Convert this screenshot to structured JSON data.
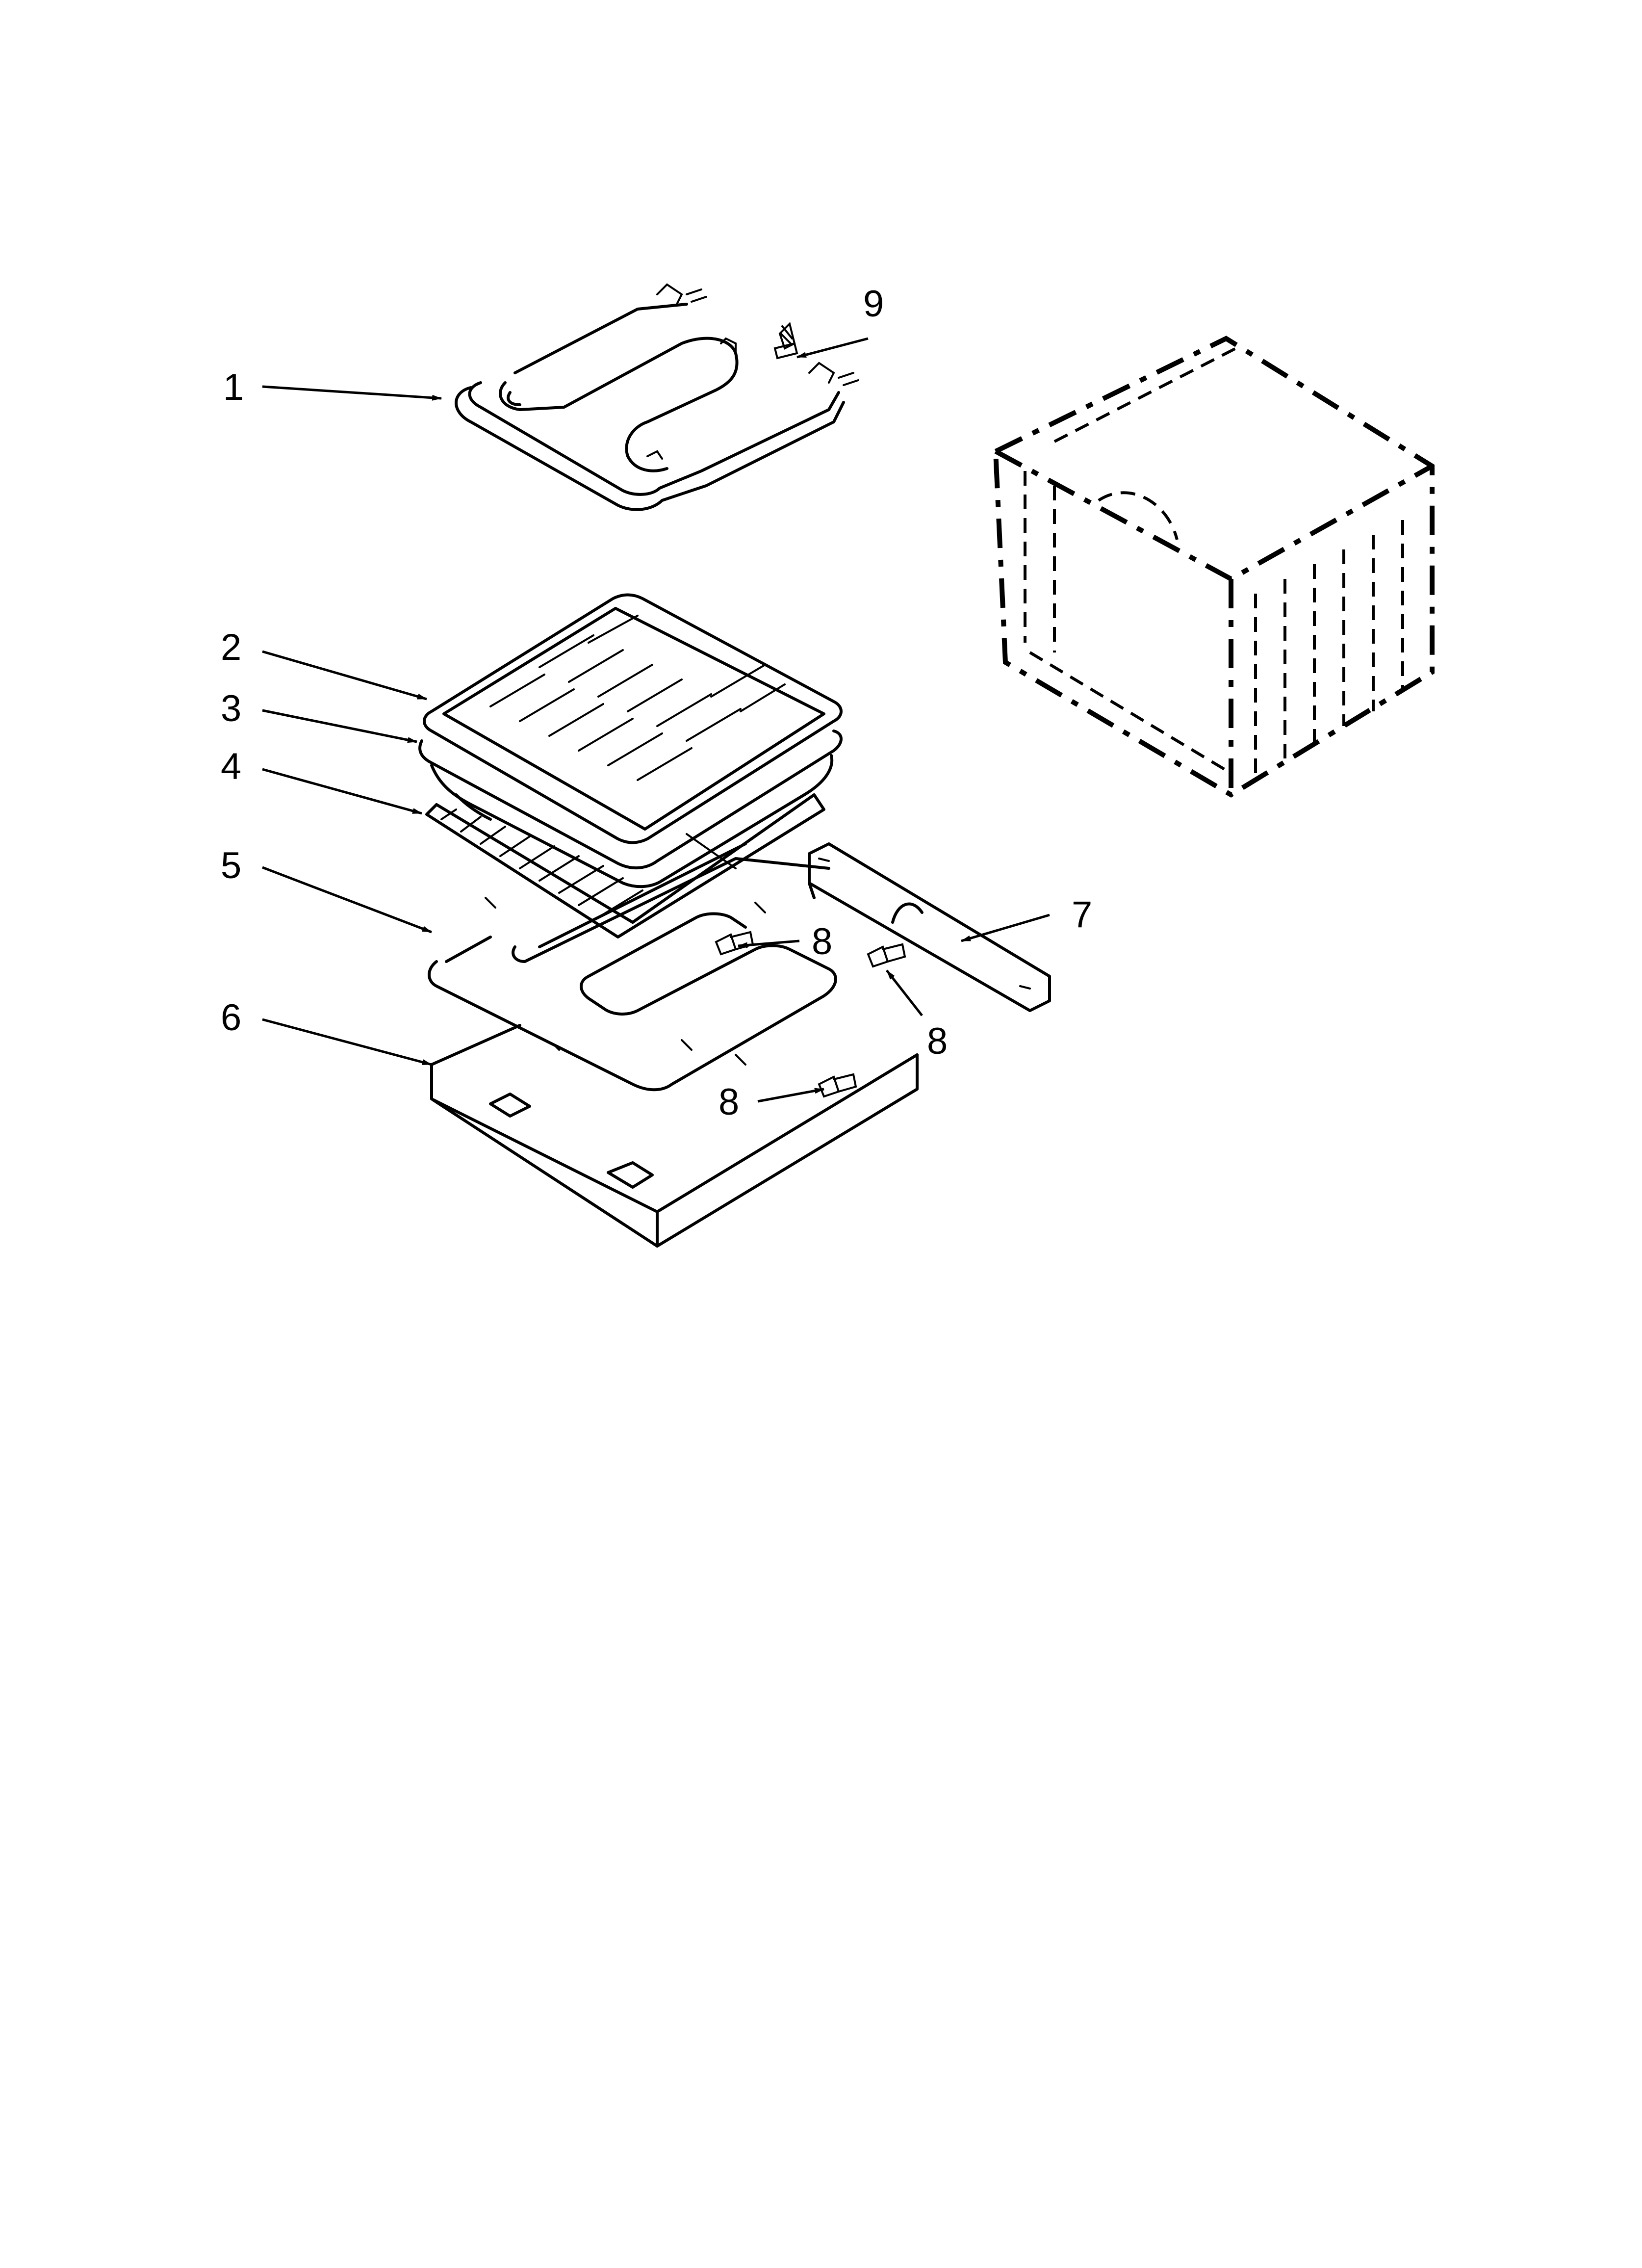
{
  "callouts": [
    {
      "id": "1",
      "label": "1"
    },
    {
      "id": "2",
      "label": "2"
    },
    {
      "id": "3",
      "label": "3"
    },
    {
      "id": "4",
      "label": "4"
    },
    {
      "id": "5",
      "label": "5"
    },
    {
      "id": "6",
      "label": "6"
    },
    {
      "id": "7",
      "label": "7"
    },
    {
      "id": "8a",
      "label": "8"
    },
    {
      "id": "8b",
      "label": "8"
    },
    {
      "id": "8c",
      "label": "8"
    },
    {
      "id": "9",
      "label": "9"
    }
  ]
}
